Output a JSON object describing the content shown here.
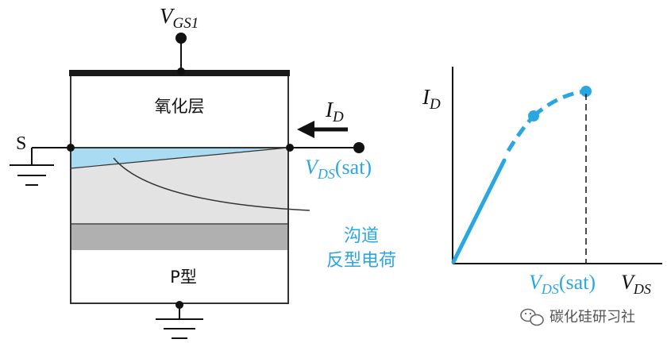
{
  "mosfet": {
    "gate_label_main": "V",
    "gate_label_sub": "GS1",
    "oxide_label": "氧化层",
    "source_label": "S",
    "drain_current_main": "I",
    "drain_current_sub": "D",
    "drain_voltage_main": "V",
    "drain_voltage_sub": "DS",
    "drain_voltage_suffix": "(sat)",
    "channel_label_line1": "沟道",
    "channel_label_line2": "反型电荷",
    "substrate_label": "P型"
  },
  "graph": {
    "y_axis_main": "I",
    "y_axis_sub": "D",
    "x_tick_main": "V",
    "x_tick_sub": "DS",
    "x_tick_suffix": "(sat)",
    "x_axis_main": "V",
    "x_axis_sub": "DS"
  },
  "watermark": {
    "icon": "wechat-icon",
    "text": "碳化硅研习社"
  },
  "colors": {
    "accent_blue": "#2aa7e0",
    "channel_fill": "#a9dcf3",
    "depletion_fill": "#e3e3e3",
    "substrate_band": "#b0b0b0"
  }
}
